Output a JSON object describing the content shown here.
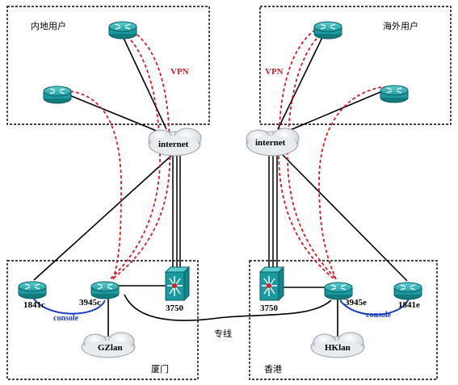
{
  "regions": {
    "mainland": "内地用户",
    "overseas": "海外用户",
    "xiamen": "厦门",
    "hongkong": "香港"
  },
  "clouds": {
    "internet_left": "internet",
    "internet_right": "internet",
    "gzlan": "GZlan",
    "hklan": "HKlan"
  },
  "devices": {
    "r1841_left": "1841c",
    "r3945_left": "3945c",
    "sw3750_left": "3750",
    "sw3750_right": "3750",
    "r3945_right": "3945e",
    "r1841_right": "1841e"
  },
  "links": {
    "vpn_left": "VPN",
    "vpn_right": "VPN",
    "console_left": "console",
    "console_right": "console",
    "dedicated_line": "专线"
  },
  "colors": {
    "router": "#1a9aa0",
    "router_light": "#46c2c6",
    "vpn": "#d0202a",
    "console": "#1f3fbf",
    "cloud": "#e8ebee"
  }
}
